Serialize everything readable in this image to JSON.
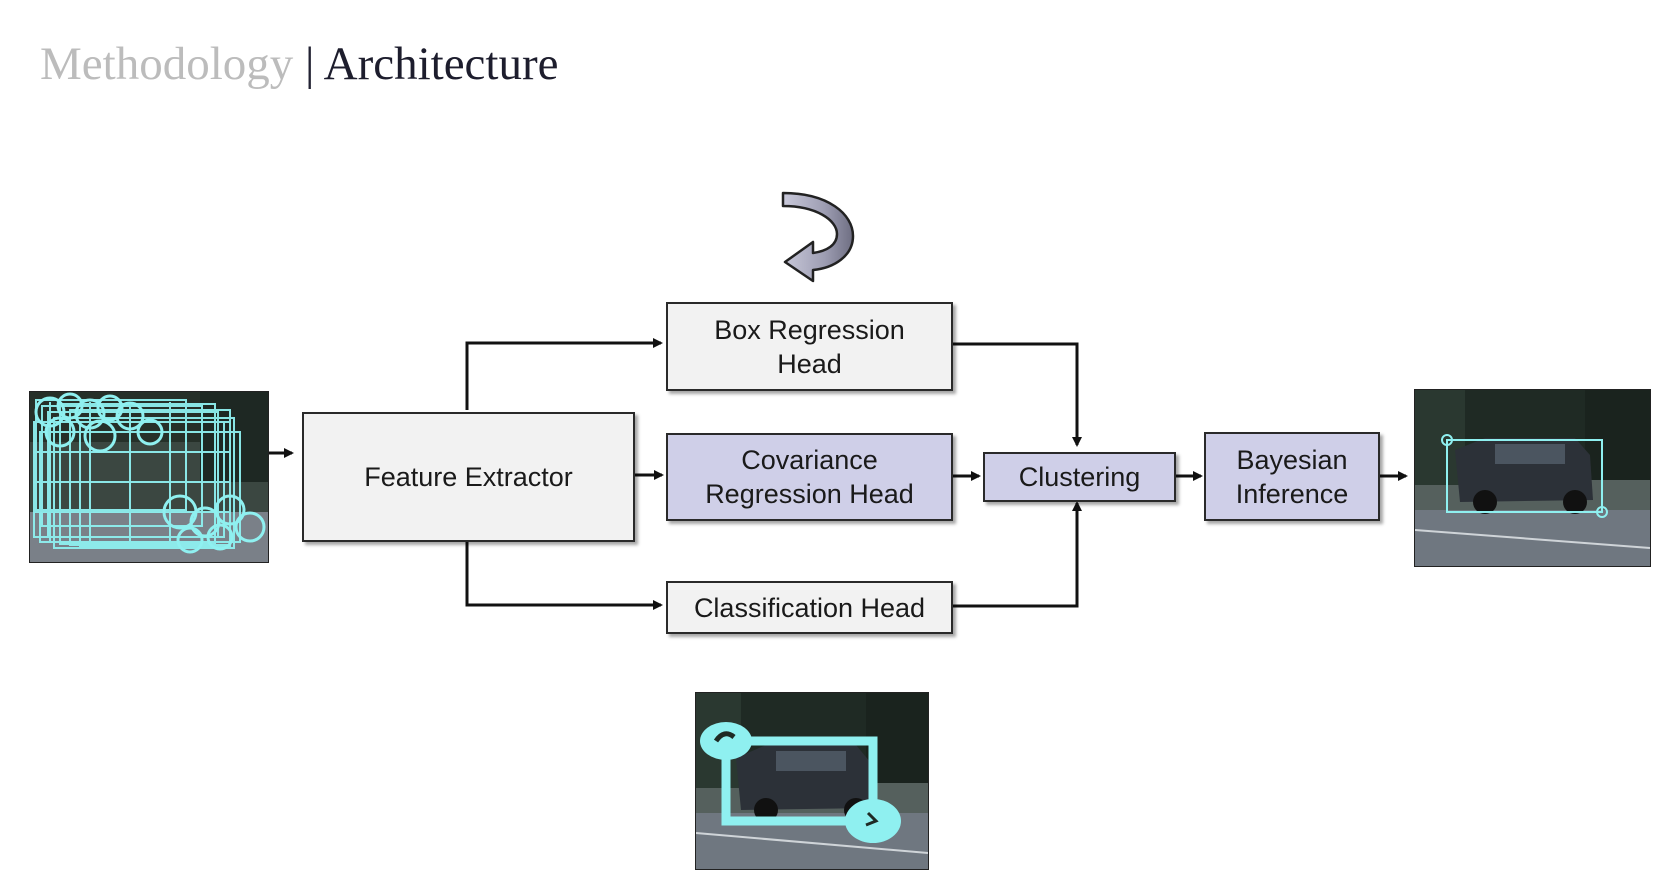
{
  "header": {
    "section": "Methodology",
    "separator": "|",
    "title": "Architecture"
  },
  "diagram": {
    "nodes": {
      "feature_extractor": "Feature Extractor",
      "box_regression_head": [
        "Box Regression",
        "Head"
      ],
      "covariance_regression_head": [
        "Covariance",
        "Regression Head"
      ],
      "classification_head": "Classification Head",
      "clustering": "Clustering",
      "bayesian_inference": [
        "Bayesian",
        "Inference"
      ]
    },
    "images": {
      "input": "dense candidate detections (cyan boxes) over a road scene",
      "output": "single fused detection box around a dark SUV",
      "example": "SUV detection with highlighted uncertain corners"
    },
    "colors": {
      "grey_box": "#f2f2f2",
      "lavender_box": "#cfcfe8",
      "detection_cyan": "#8ff0f0",
      "arrow": "#111111"
    },
    "icons": [
      "curved-return-arrow-icon"
    ]
  }
}
